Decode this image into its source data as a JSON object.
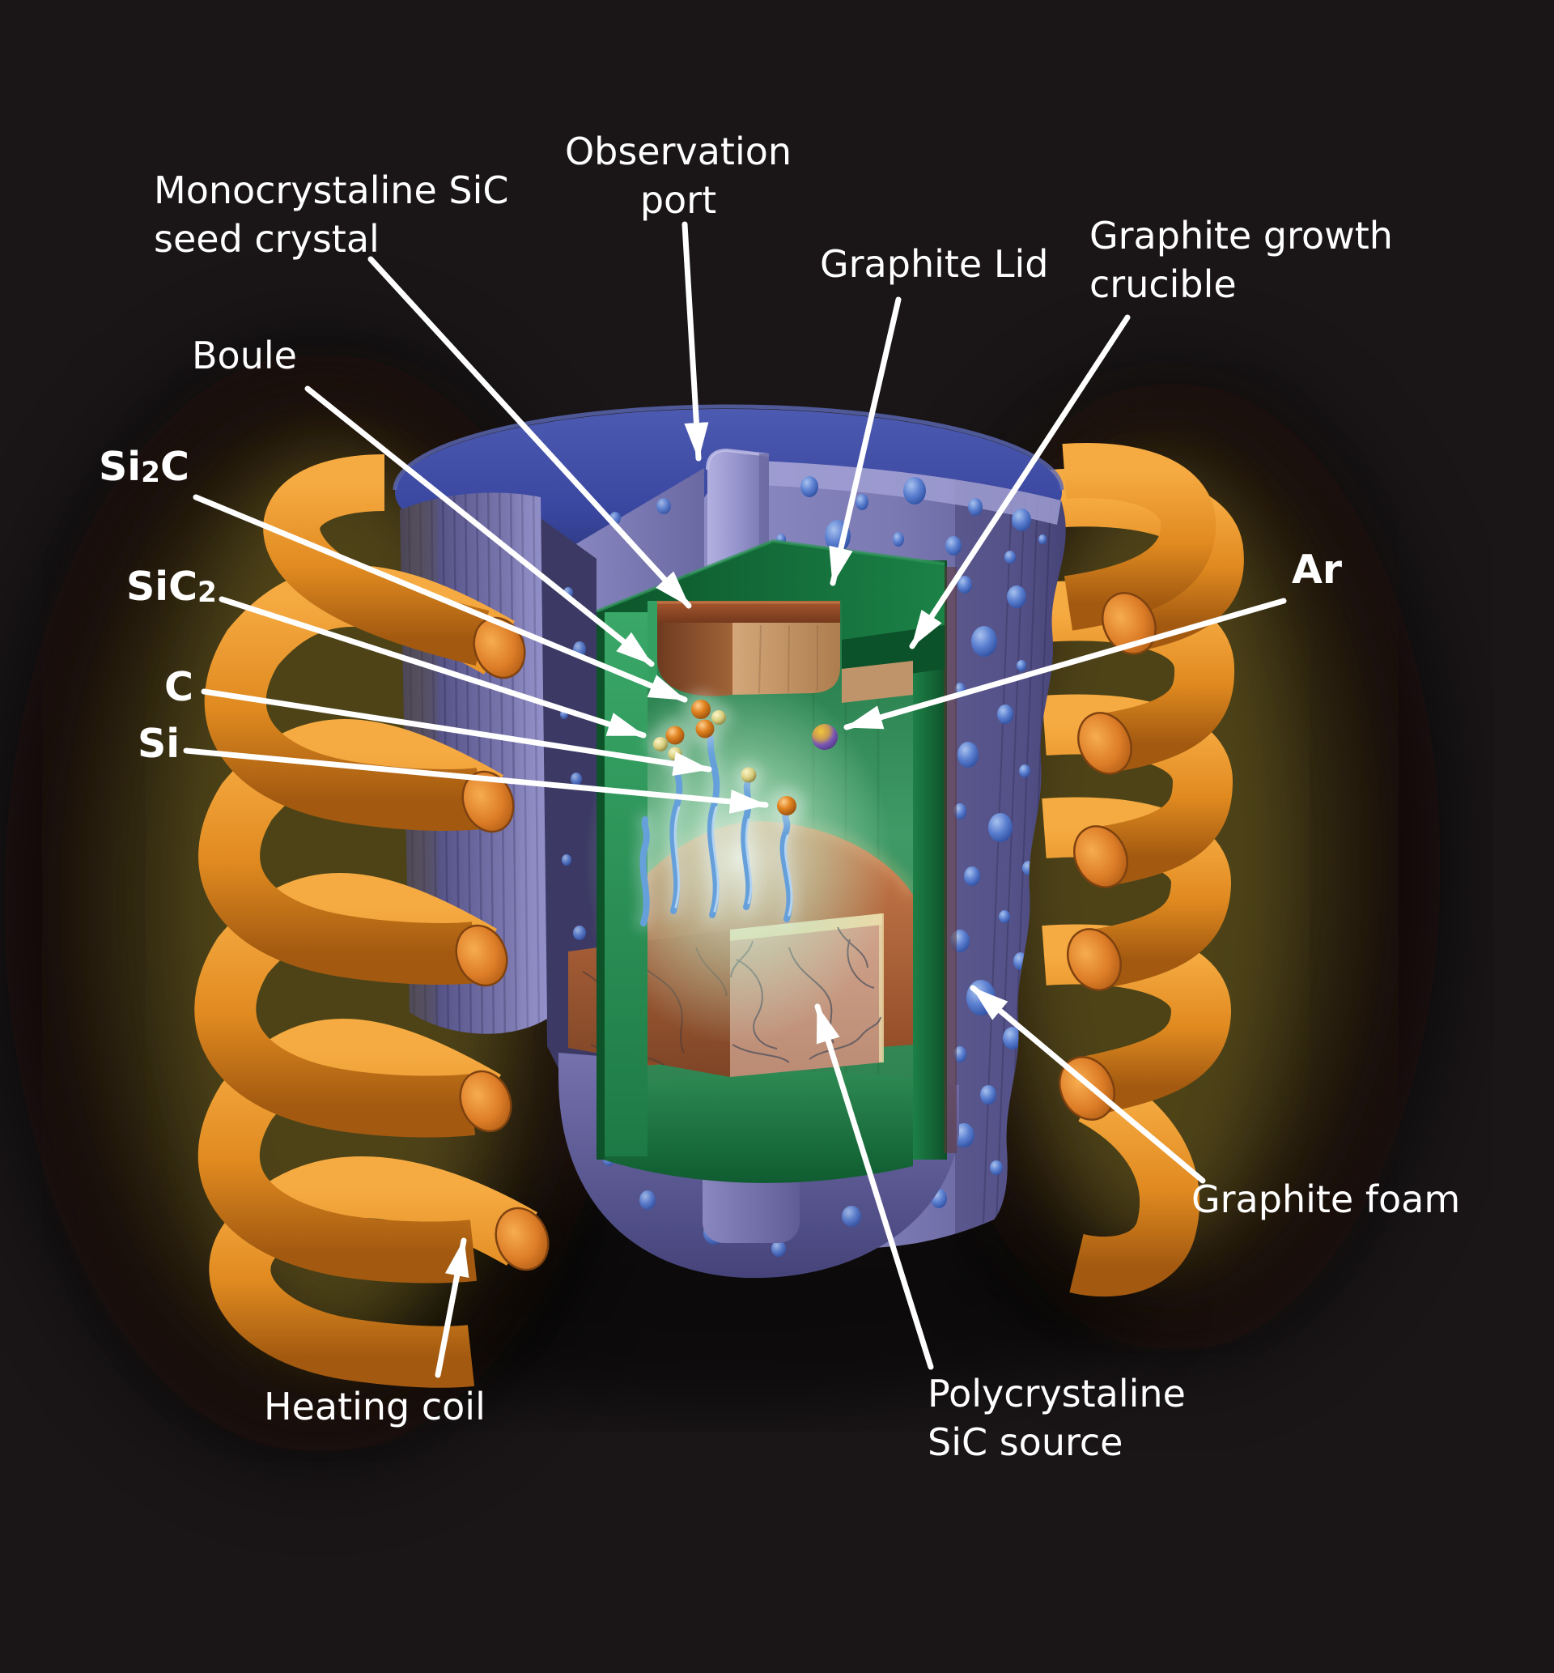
{
  "figure": {
    "kind": "cutaway-illustration",
    "background_color": "#1a1617",
    "arrow_color": "#ffffff"
  },
  "labels": {
    "observation_port": {
      "line1": "Observation",
      "line2": "port"
    },
    "monocrystaline_seed": {
      "line1": "Monocrystaline SiC",
      "line2": "seed crystal"
    },
    "graphite_lid": {
      "text": "Graphite Lid"
    },
    "graphite_growth_crucible": {
      "line1": "Graphite growth",
      "line2": "crucible"
    },
    "boule": {
      "text": "Boule"
    },
    "si2c": {
      "pre": "Si",
      "sub": "2",
      "post": "C"
    },
    "sic2": {
      "pre": "SiC",
      "sub": "2",
      "post": ""
    },
    "c": {
      "text": "C"
    },
    "si": {
      "text": "Si"
    },
    "ar": {
      "text": "Ar"
    },
    "graphite_foam": {
      "text": "Graphite foam"
    },
    "heating_coil": {
      "text": "Heating coil"
    },
    "polycrystaline_source": {
      "line1": "Polycrystaline",
      "line2": "SiC source"
    }
  },
  "colors": {
    "foam_wall": "#7b79b2",
    "foam_top_disk": "#3c49a0",
    "bubble_blue": "#3a5fa8",
    "crucible_green": "#1a7c42",
    "crucible_glow": "#d8f0dc",
    "lid_green": "#0d5c2f",
    "seed_brown": "#8a4a2a",
    "boule_tan": "#c79b72",
    "source_brown": "#b96b3f",
    "coil_orange": "#e8891f",
    "coil_glow_olive": "#56501f",
    "vapor_blue": "#66a0da",
    "si_atom_orange": "#e0821f",
    "c_atom_pale": "#d6cc7c",
    "ar_atom_purple": "#6a4aaa",
    "ar_atom_yellow": "#f2c43a"
  }
}
